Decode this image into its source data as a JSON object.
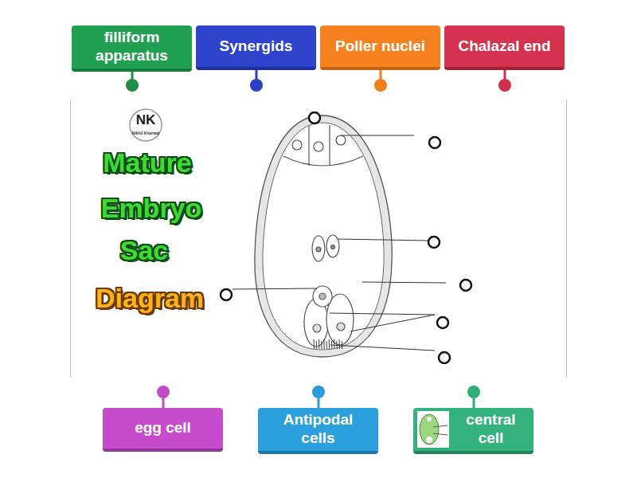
{
  "diagram": {
    "nodes": [
      {
        "text": [
          "filliform apparatus"
        ]
      },
      {
        "text": [
          "Synergids"
        ]
      },
      {
        "text": [
          "Poller nuclei"
        ]
      },
      {
        "text": [
          "Chalazal end"
        ]
      },
      {
        "text": [
          "egg cell"
        ]
      },
      {
        "text": [
          "Antipodal cells"
        ]
      },
      {
        "text": [
          "central cell"
        ]
      }
    ],
    "edges": [],
    "labels": [
      "NK",
      "Nikhil Kharwal",
      "Mature",
      "Embryo",
      "Sac",
      "Diagram"
    ]
  }
}
